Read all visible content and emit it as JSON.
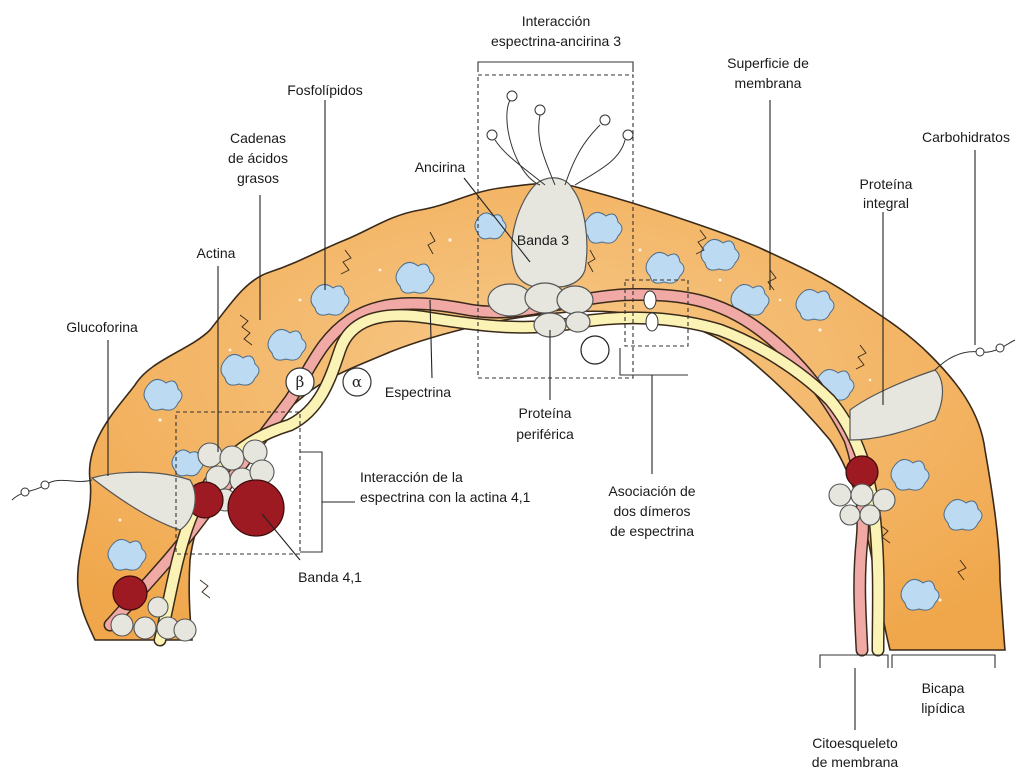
{
  "labels": {
    "interaction_spectrin_ankyrin_line1": "Interacción",
    "interaction_spectrin_ankyrin_line2": "espectrina-ancirina 3",
    "phospholipids": "Fosfolípidos",
    "membrane_surface_line1": "Superficie de",
    "membrane_surface_line2": "membrana",
    "carbohydrates": "Carbohidratos",
    "fatty_acid_chains_line1": "Cadenas",
    "fatty_acid_chains_line2": "de ácidos",
    "fatty_acid_chains_line3": "grasos",
    "ankyrin": "Ancirina",
    "band3": "Banda 3",
    "integral_protein_line1": "Proteína",
    "integral_protein_line2": "integral",
    "actin": "Actina",
    "glycophorin": "Glucoforina",
    "beta": "β",
    "alpha": "α",
    "spectrin": "Espectrina",
    "peripheral_protein_line1": "Proteína",
    "peripheral_protein_line2": "periférica",
    "interaction_spectrin_actin_line1": "Interacción de la",
    "interaction_spectrin_actin_line2": "espectrina con la actina 4,1",
    "dimer_association_line1": "Asociación de",
    "dimer_association_line2": "dos dímeros",
    "dimer_association_line3": "de espectrina",
    "band41": "Banda 4,1",
    "lipid_bilayer_line1": "Bicapa",
    "lipid_bilayer_line2": "lipídica",
    "membrane_cytoskeleton_line1": "Citoesqueleto",
    "membrane_cytoskeleton_line2": "de membrana"
  },
  "colors": {
    "membrane_fill": "#f2a94c",
    "membrane_edge": "#3a2a1a",
    "membrane_inner": "#f7c98a",
    "spectrin_pink": "#f0a9a4",
    "spectrin_yellow": "#fbf3b6",
    "band41_red": "#9e1a22",
    "protein_gray": "#e6e6df",
    "protein_blue": "#bcdaf2"
  }
}
